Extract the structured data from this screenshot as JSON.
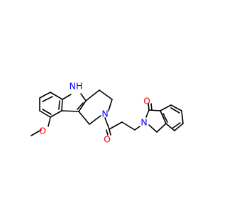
{
  "atoms": [
    {
      "id": "nh",
      "label": "NH",
      "subtext": "",
      "color": "#0000ff"
    },
    {
      "id": "n_ring",
      "label": "N",
      "color": "#0000ff"
    },
    {
      "id": "n_lactam",
      "label": "N",
      "color": "#0000ff"
    },
    {
      "id": "o_methoxy",
      "label": "O",
      "color": "#ff0000"
    },
    {
      "id": "o_amide",
      "label": "O",
      "color": "#ff0000"
    },
    {
      "id": "o_lactam",
      "label": "O",
      "color": "#ff0000"
    }
  ],
  "h_label": "H",
  "n_label": "N",
  "colors": {
    "bond": "#000000",
    "nitrogen": "#0000ff",
    "oxygen": "#ff0000",
    "background": "#ffffff"
  }
}
